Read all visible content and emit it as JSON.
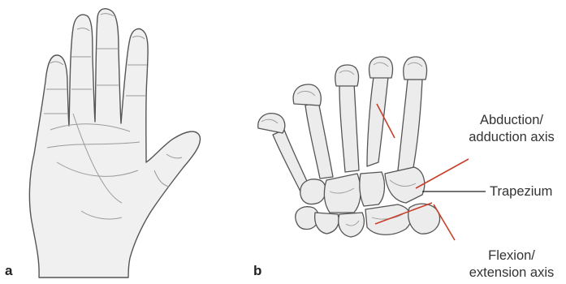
{
  "panels": {
    "a": "a",
    "b": "b"
  },
  "labels": {
    "abduction_line1": "Abduction/",
    "abduction_line2": "adduction axis",
    "trapezium": "Trapezium",
    "flexion_line1": "Flexion/",
    "flexion_line2": "extension axis"
  },
  "colors": {
    "skin": "#f0f0f0",
    "bone": "#ececec",
    "outline": "#555555",
    "detail": "#9a9a9a",
    "axis_line": "#c8402a",
    "leader_line": "#222222"
  }
}
